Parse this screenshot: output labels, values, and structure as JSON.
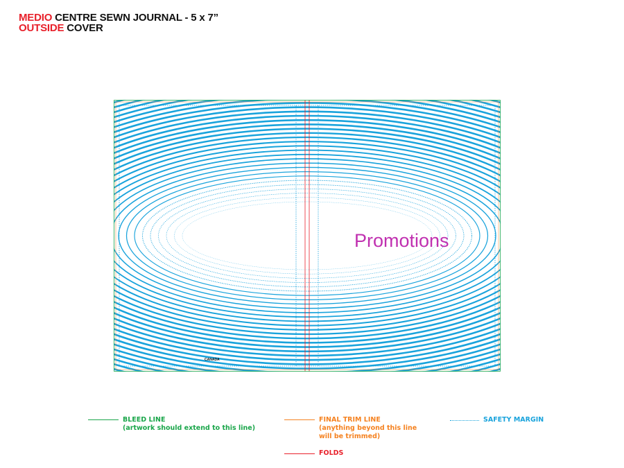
{
  "header": {
    "line1_accent": "MEDIO",
    "line1_rest": " CENTRE SEWN JOURNAL - 5 x 7”",
    "line2_accent": "OUTSIDE",
    "line2_rest": " COVER"
  },
  "artwork": {
    "promo_text": "Promotions",
    "promo_color": "#c030b0",
    "brand_text": "CANADA",
    "pattern_color": "#19a3dc"
  },
  "legend": {
    "bleed": {
      "title": "BLEED LINE",
      "note": "(artwork should extend to this line)",
      "color": "#1aa64a"
    },
    "trim": {
      "title": "FINAL TRIM LINE",
      "note_line1": "(anything beyond this line",
      "note_line2": "will be trimmed)",
      "color": "#f58220"
    },
    "safety": {
      "title": "SAFETY MARGIN",
      "color": "#19a3dc"
    },
    "folds": {
      "title": "FOLDS",
      "color": "#e8202a"
    }
  }
}
